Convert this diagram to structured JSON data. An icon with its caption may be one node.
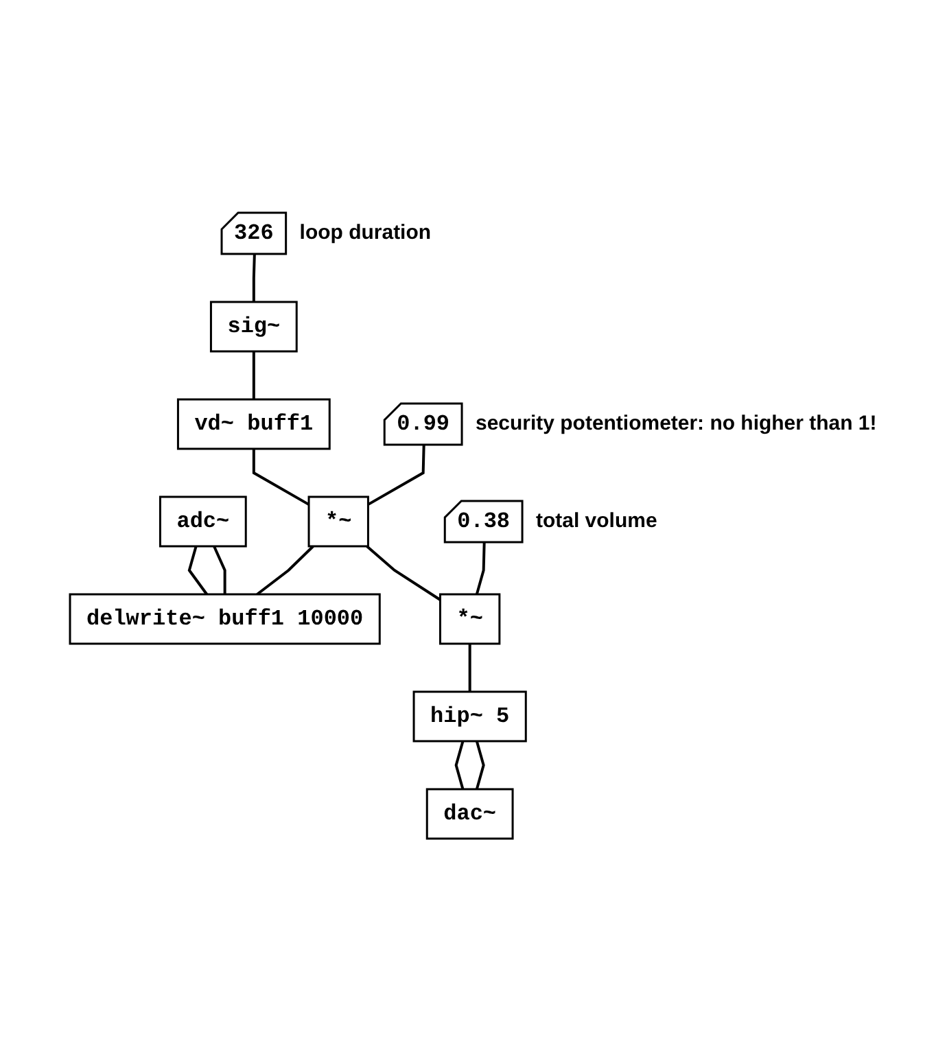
{
  "diagram": {
    "nodes": [
      {
        "text": [
          "adc~"
        ]
      },
      {
        "text": [
          "delwrite~ buff1 10000"
        ]
      },
      {
        "text": [
          "326"
        ],
        "beside": [
          "loop duration"
        ]
      },
      {
        "text": [
          "sig~"
        ]
      },
      {
        "text": [
          "vd~ buff1"
        ]
      },
      {
        "text": [
          "0.99"
        ],
        "beside": [
          "security potentiometer: no higher than 1!"
        ]
      },
      {
        "text": [
          "*~"
        ]
      },
      {
        "text": [
          "0.38"
        ],
        "beside": [
          "total volume"
        ]
      },
      {
        "text": [
          "*~"
        ]
      },
      {
        "text": [
          "hip~ 5"
        ]
      },
      {
        "text": [
          "dac~"
        ]
      }
    ],
    "edges": [
      {
        "from": 0,
        "to": 1,
        "arrow": "none"
      },
      {
        "from": 0,
        "to": 1,
        "arrow": "none"
      },
      {
        "from": 6,
        "to": 1,
        "arrow": "none"
      },
      {
        "from": 2,
        "to": 3,
        "arrow": "none"
      },
      {
        "from": 3,
        "to": 4,
        "arrow": "none"
      },
      {
        "from": 4,
        "to": 6,
        "arrow": "none"
      },
      {
        "from": 5,
        "to": 6,
        "arrow": "none"
      },
      {
        "from": 6,
        "to": 8,
        "arrow": "none"
      },
      {
        "from": 7,
        "to": 8,
        "arrow": "none"
      },
      {
        "from": 8,
        "to": 9,
        "arrow": "none"
      },
      {
        "from": 9,
        "to": 10,
        "arrow": "none"
      },
      {
        "from": 9,
        "to": 10,
        "arrow": "none"
      }
    ]
  }
}
